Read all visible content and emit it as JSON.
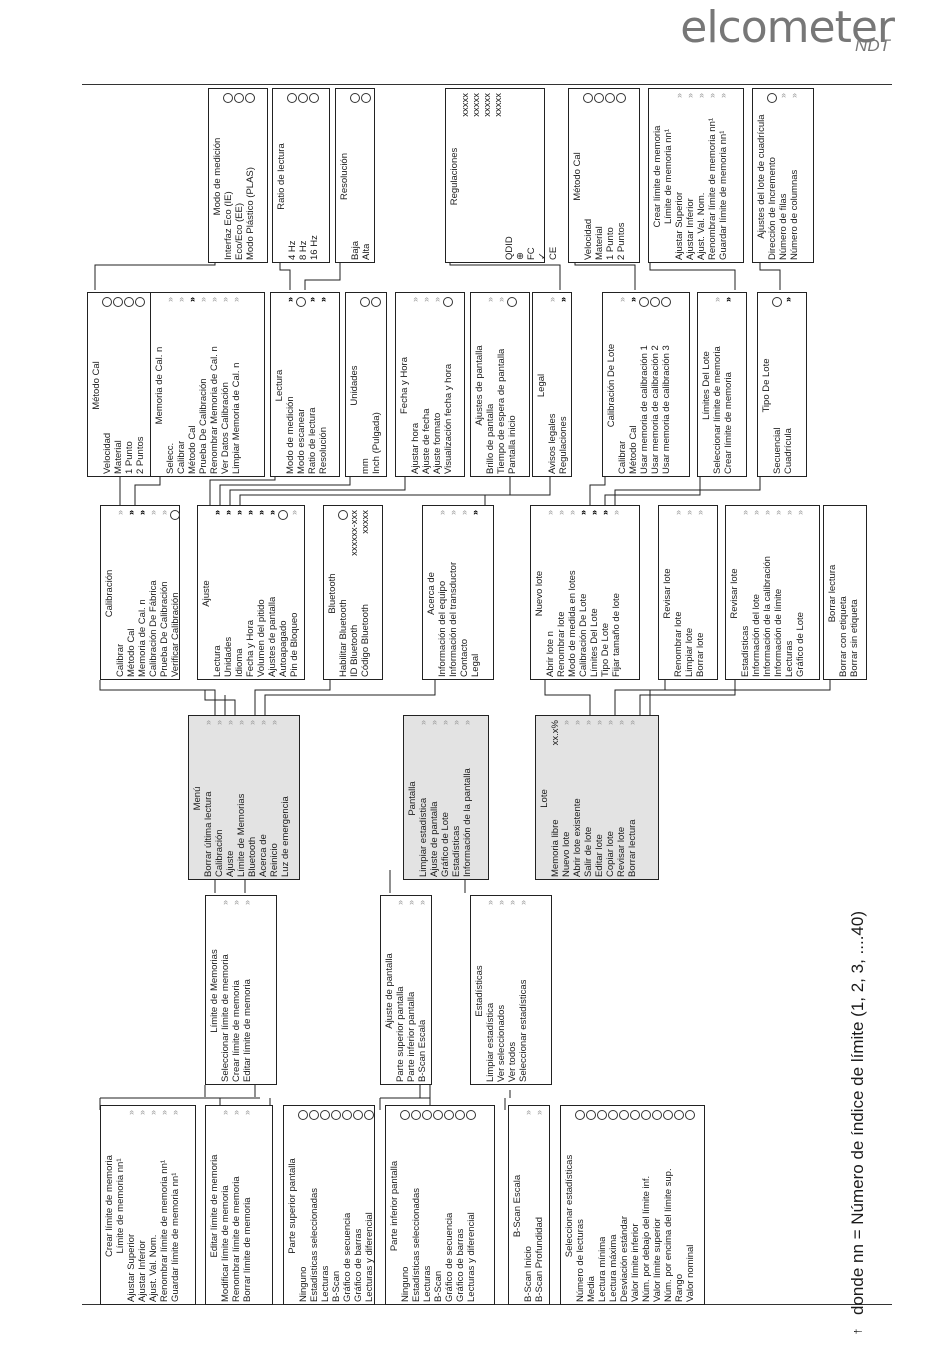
{
  "brand": {
    "logo": "elcometer",
    "sub": "NDT"
  },
  "footnote": {
    "dagger": "†",
    "text": "donde nn = Número de índice de límite (1, 2, 3, ....40)"
  },
  "boxes": [
    {
      "id": "lim-crear",
      "title": [
        "Crear límite de memoria",
        "Límite de memoria nn¹"
      ],
      "items": [
        [
          "Ajustar Superior",
          "gt"
        ],
        [
          "Ajustar Inferior",
          "gt"
        ],
        [
          "Ajust. Val. Nom.",
          "gt"
        ],
        [
          "Renombrar límite de memoria nn¹",
          "gt"
        ],
        [
          "Guardar límite de memoria nn¹",
          "gt"
        ]
      ]
    },
    {
      "id": "lim-editar",
      "title": [
        "Editar límite de memoria"
      ],
      "items": [
        [
          "Modificar límite de memoria",
          "gt"
        ],
        [
          "Renombrar límite de memoria",
          "gt"
        ],
        [
          "Borrar límite de memoria",
          "gt"
        ]
      ]
    },
    {
      "id": "parte-sup",
      "title": [
        "Parte superior pantalla"
      ],
      "items": [
        [
          "Ninguno",
          "c"
        ],
        [
          "Estadísticas seleccionadas",
          "c"
        ],
        [
          "Lecturas",
          "c"
        ],
        [
          "B-Scan",
          "c"
        ],
        [
          "Gráfico de secuencia",
          "c"
        ],
        [
          "Gráfico de barras",
          "c"
        ],
        [
          "Lecturas y diferencial",
          "c"
        ]
      ]
    },
    {
      "id": "parte-inf",
      "title": [
        "Parte inferior pantalla"
      ],
      "items": [
        [
          "Ninguno",
          "c"
        ],
        [
          "Estadísticas seleccionadas",
          "c"
        ],
        [
          "Lecturas",
          "c"
        ],
        [
          "B-Scan",
          "c"
        ],
        [
          "Gráfico de secuencia",
          "c"
        ],
        [
          "Gráfico de barras",
          "c"
        ],
        [
          "Lecturas y diferencial",
          "c"
        ]
      ]
    },
    {
      "id": "bscan-escala",
      "title": [
        "B-Scan Escala"
      ],
      "items": [
        [
          "B-Scan Inicio",
          "gt"
        ],
        [
          "B-Scan Profundidad",
          "gt"
        ]
      ]
    },
    {
      "id": "sel-estad",
      "title": [
        "Seleccionar estadísticas"
      ],
      "items": [
        [
          "Número de lecturas",
          "c"
        ],
        [
          "Media",
          "c"
        ],
        [
          "Lectura mínima",
          "c"
        ],
        [
          "Lectura máxima",
          "c"
        ],
        [
          "Desviación estándar",
          "c"
        ],
        [
          "Valor límite inferior",
          "c"
        ],
        [
          "Núm. por debajo del límite inf.",
          "c"
        ],
        [
          "Valor límite superior",
          "c"
        ],
        [
          "Núm. por encima del límite sup.",
          "c"
        ],
        [
          "Rango",
          "c"
        ],
        [
          "Valor nominal",
          "c"
        ]
      ]
    },
    {
      "id": "lim-memorias",
      "title": [
        "Límite de Memorias"
      ],
      "items": [
        [
          "Seleccionar límite de memoria",
          "gt"
        ],
        [
          "Crear límite de memoria",
          "gt"
        ],
        [
          "Editar límite de memoria",
          "gt"
        ]
      ]
    },
    {
      "id": "ajuste-pant",
      "title": [
        "Ajuste de pantalla"
      ],
      "items": [
        [
          "Parte superior pantalla",
          "gt"
        ],
        [
          "Parte inferior pantalla",
          "gt"
        ],
        [
          "B-Scan Escala",
          "gt"
        ]
      ]
    },
    {
      "id": "estadisticas",
      "title": [
        "Estadísticas"
      ],
      "items": [
        [
          "Limpiar estadística",
          "gt"
        ],
        [
          "Ver seleccionados",
          "gt"
        ],
        [
          "Ver todos",
          "gt"
        ],
        [
          "Seleccionar estadísticas",
          "gt"
        ]
      ]
    },
    {
      "id": "menu",
      "title": [
        "Menú"
      ],
      "items": [
        [
          "Borrar última lectura",
          "gt"
        ],
        [
          "Calibración",
          "gt"
        ],
        [
          "Ajuste",
          "gt"
        ],
        [
          "Límite de Memorias",
          "gt"
        ],
        [
          "Bluetooth",
          "gt"
        ],
        [
          "Acerca de",
          "gt"
        ],
        [
          "Reinicio",
          "gt"
        ],
        [
          "Luz de emergencia",
          ""
        ]
      ]
    },
    {
      "id": "pantalla",
      "title": [
        "Pantalla"
      ],
      "items": [
        [
          "Limpiar estadística",
          "gt"
        ],
        [
          "Ajuste de pantalla",
          "gt"
        ],
        [
          "Gráfico de Lote",
          "gt"
        ],
        [
          "Estadísticas",
          "gt"
        ],
        [
          "Información de la pantalla",
          "gt"
        ]
      ]
    },
    {
      "id": "lote",
      "title": [
        "Lote"
      ],
      "items": [
        [
          "Memoria libre",
          "xx.x%"
        ],
        [
          "Nuevo lote",
          "gt"
        ],
        [
          "Abrir lote existente",
          "gt"
        ],
        [
          "Salir de lote",
          "gt"
        ],
        [
          "Editar lote",
          "gt"
        ],
        [
          "Copiar lote",
          "gt"
        ],
        [
          "Revisar lote",
          "gt"
        ],
        [
          "Borrar lectura",
          "gt"
        ]
      ]
    },
    {
      "id": "calibracion",
      "title": [
        "Calibración"
      ],
      "items": [
        [
          "Calibrar",
          "gt"
        ],
        [
          "Método Cal",
          "gtb"
        ],
        [
          "Memoria de Cal. n",
          "gtb"
        ],
        [
          "Calibración De Fábrica",
          "gt"
        ],
        [
          "Prueba De Calibración",
          "gt"
        ],
        [
          "Verificar Calibración",
          "c"
        ]
      ]
    },
    {
      "id": "ajuste",
      "title": [
        "Ajuste"
      ],
      "items": [
        [
          "Lectura",
          "gtb"
        ],
        [
          "Unidades",
          "gtb"
        ],
        [
          "Idioma",
          "gtb"
        ],
        [
          "Fecha y Hora",
          "gtb"
        ],
        [
          "Volumen del pitido",
          "gtb"
        ],
        [
          "Ajustes de pantalla",
          "gtb"
        ],
        [
          "Autoapagado",
          "c"
        ],
        [
          "Pin de Bloqueo",
          "gt"
        ]
      ]
    },
    {
      "id": "bluetooth",
      "title": [
        "Bluetooth"
      ],
      "items": [
        [
          "Habilitar Bluetooth",
          "c"
        ],
        [
          "",
          ""
        ],
        [
          "ID Bluetooth",
          "xxxxxx-xxx"
        ],
        [
          "Código Bluetooth",
          "xxxxx"
        ]
      ]
    },
    {
      "id": "acerca",
      "title": [
        "Acerca de"
      ],
      "items": [
        [
          "Información del equipo",
          "gt"
        ],
        [
          "Información del transductor",
          "gt"
        ],
        [
          "Contacto",
          "gt"
        ],
        [
          "Legal",
          "gtb"
        ]
      ]
    },
    {
      "id": "nuevo-lote",
      "title": [
        "Nuevo lote"
      ],
      "items": [
        [
          "Abrir lote n",
          "gt"
        ],
        [
          "Renombrar lote",
          "gt"
        ],
        [
          "Modo de medida en lotes",
          "gt"
        ],
        [
          "Calibración De Lote",
          "gtb"
        ],
        [
          "Límites Del Lote",
          "gtb"
        ],
        [
          "Tipo De Lote",
          "gtb"
        ],
        [
          "Fijar tamaño de lote",
          "gt"
        ]
      ]
    },
    {
      "id": "revisar-lote1",
      "title": [
        "Revisar lote"
      ],
      "items": [
        [
          "Renombrar lote",
          "gt"
        ],
        [
          "Limpiar lote",
          "gt"
        ],
        [
          "Borrar lote",
          "gt"
        ]
      ]
    },
    {
      "id": "revisar-lote2",
      "title": [
        "Revisar lote"
      ],
      "items": [
        [
          "Estadísticas",
          "gt"
        ],
        [
          "Información del lote",
          "gt"
        ],
        [
          "Información de la calibración",
          "gt"
        ],
        [
          "Información de límite",
          "gt"
        ],
        [
          "Lecturas",
          "gt"
        ],
        [
          "Gráfico de Lote",
          "gt"
        ]
      ]
    },
    {
      "id": "borrar-lectura",
      "title": [
        "Borrar lectura"
      ],
      "items": [
        [
          "Borrar con etiqueta",
          ""
        ],
        [
          "Borrar sin etiqueta",
          ""
        ]
      ]
    },
    {
      "id": "metodo-cal",
      "title": [
        "Método Cal"
      ],
      "items": [
        [
          "Velocidad",
          "c"
        ],
        [
          "Material",
          "c"
        ],
        [
          "1 Punto",
          "c"
        ],
        [
          "2 Puntos",
          "c"
        ]
      ]
    },
    {
      "id": "memoria-cal",
      "title": [
        "Memoria de Cal. n"
      ],
      "items": [
        [
          "Selecc.",
          "gt"
        ],
        [
          "Calibrar",
          "gt"
        ],
        [
          "Método Cal",
          "gtb"
        ],
        [
          "Prueba De Calibración",
          "gt"
        ],
        [
          "Renombrar Memoria de Cal. n",
          "gt"
        ],
        [
          "Ver Datos Calibración",
          "gt"
        ],
        [
          "Limpiar Memoria de Cal. n",
          "gt"
        ]
      ]
    },
    {
      "id": "lectura",
      "title": [
        "Lectura"
      ],
      "items": [
        [
          "Modo de medición",
          "gtb"
        ],
        [
          "Modo escanear",
          "c"
        ],
        [
          "Ratio de lectura",
          "gtb"
        ],
        [
          "Resolución",
          "gtb"
        ]
      ]
    },
    {
      "id": "unidades",
      "title": [
        "Unidades"
      ],
      "items": [
        [
          "mm",
          "c"
        ],
        [
          "Inch (Pulgada)",
          "c"
        ]
      ]
    },
    {
      "id": "fecha-hora",
      "title": [
        "Fecha y Hora"
      ],
      "items": [
        [
          "Ajustar hora",
          "gt"
        ],
        [
          "Ajuste de fecha",
          "gt"
        ],
        [
          "Ajuste formato",
          "gt"
        ],
        [
          "Visualización fecha y hora",
          "c"
        ]
      ]
    },
    {
      "id": "ajustes-pant",
      "title": [
        "Ajustes de pantalla"
      ],
      "items": [
        [
          "Brillo de pantalla",
          "gt"
        ],
        [
          "Tiempo de espera de pantalla",
          "gt"
        ],
        [
          "Pantalla inicio",
          "c"
        ]
      ]
    },
    {
      "id": "legal",
      "title": [
        "Legal"
      ],
      "items": [
        [
          "Avisos legales",
          "gt"
        ],
        [
          "Regulaciones",
          "gtb"
        ]
      ]
    },
    {
      "id": "calib-lote",
      "title": [
        "Calibración De Lote"
      ],
      "items": [
        [
          "Calibrar",
          "gt"
        ],
        [
          "Método Cal",
          "gtb"
        ],
        [
          "Usar memoria de calibración 1",
          "c"
        ],
        [
          "Usar memoria de calibración 2",
          "c"
        ],
        [
          "Usar memoria de calibración 3",
          "c"
        ]
      ]
    },
    {
      "id": "limites-lote",
      "title": [
        "Límites Del Lote"
      ],
      "items": [
        [
          "Seleccionar límite de memoria",
          "gt"
        ],
        [
          "Crear límite de memoria",
          "gtb"
        ]
      ]
    },
    {
      "id": "tipo-lote",
      "title": [
        "Tipo De Lote"
      ],
      "items": [
        [
          "Secuencial",
          "c"
        ],
        [
          "Cuadrícula",
          "gtb"
        ]
      ]
    },
    {
      "id": "modo-medicion",
      "title": [
        "Modo de medición"
      ],
      "items": [
        [
          "Interfaz Eco (IE)",
          "c"
        ],
        [
          "Eco/Eco (EE)",
          "c"
        ],
        [
          "Modo Plástico (PLAS)",
          "c"
        ]
      ]
    },
    {
      "id": "ratio-lectura",
      "title": [
        "Ratio de lectura"
      ],
      "items": [
        [
          "4 Hz",
          "c"
        ],
        [
          "8 Hz",
          "c"
        ],
        [
          "16 Hz",
          "c"
        ]
      ]
    },
    {
      "id": "resolucion",
      "title": [
        "Resolución"
      ],
      "items": [
        [
          "Baja",
          "c"
        ],
        [
          "Alta",
          "c"
        ]
      ]
    },
    {
      "id": "regulaciones",
      "title": [
        "Regulaciones"
      ],
      "items": [
        [
          "",
          "xxxxx"
        ],
        [
          "",
          "xxxxx"
        ],
        [
          "",
          "xxxxx"
        ],
        [
          "",
          "xxxxx"
        ],
        [
          "",
          ""
        ],
        [
          "QDID",
          ""
        ],
        [
          "⊕",
          ""
        ],
        [
          "FC",
          ""
        ],
        [
          "✓",
          ""
        ],
        [
          "CE",
          ""
        ]
      ]
    },
    {
      "id": "metodo-cal2",
      "title": [
        "Método Cal"
      ],
      "items": [
        [
          "Velocidad",
          "c"
        ],
        [
          "Material",
          "c"
        ],
        [
          "1 Punto",
          "c"
        ],
        [
          "2 Puntos",
          "c"
        ]
      ]
    },
    {
      "id": "crear-lim2",
      "title": [
        "Crear límite de memoria",
        "Límite de memoria nn¹"
      ],
      "items": [
        [
          "Ajustar Superior",
          "gt"
        ],
        [
          "Ajustar Inferior",
          "gt"
        ],
        [
          "Ajust. Val. Nom.",
          "gt"
        ],
        [
          "Renombrar límite de memoria nn¹",
          "gt"
        ],
        [
          "Guardar límite de memoria nn¹",
          "gt"
        ]
      ]
    },
    {
      "id": "ajustes-cuadricula",
      "title": [
        "Ajustes del lote de cuadrícula"
      ],
      "items": [
        [
          "Dirección de Incremento",
          "c"
        ],
        [
          "Número de filas",
          "gt"
        ],
        [
          "Número de columnas",
          "gt"
        ]
      ]
    }
  ]
}
